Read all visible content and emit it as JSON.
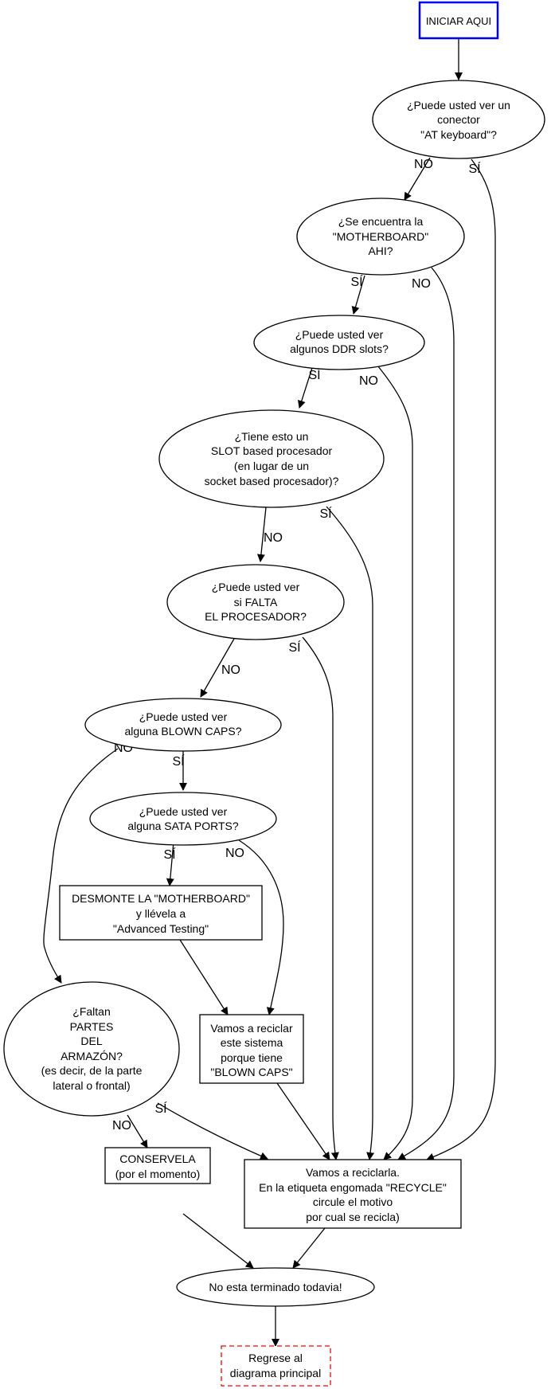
{
  "nodes": {
    "start": {
      "lines": [
        "INICIAR AQUI"
      ],
      "border": "#0000ff"
    },
    "q_at_keyboard": {
      "lines": [
        "¿Puede usted ver un",
        "conector",
        "\"AT keyboard\"?"
      ]
    },
    "q_motherboard": {
      "lines": [
        "¿Se encuentra la",
        "\"MOTHERBOARD\"",
        "AHI?"
      ]
    },
    "q_ddr": {
      "lines": [
        "¿Puede usted ver",
        "algunos DDR slots?"
      ]
    },
    "q_slot": {
      "lines": [
        "¿Tiene esto un",
        "SLOT based procesador",
        "(en lugar de un",
        "socket based procesador)?"
      ]
    },
    "q_processor": {
      "lines": [
        "¿Puede usted ver",
        "si FALTA",
        "EL PROCESADOR?"
      ]
    },
    "q_blown": {
      "lines": [
        "¿Puede usted ver",
        "alguna BLOWN CAPS?"
      ]
    },
    "q_sata": {
      "lines": [
        "¿Puede usted ver",
        "alguna SATA PORTS?"
      ]
    },
    "dismantle": {
      "lines": [
        "DESMONTE LA \"MOTHERBOARD\"",
        "y llévela a",
        "\"Advanced Testing\""
      ]
    },
    "q_frame": {
      "lines": [
        "¿Faltan",
        "PARTES",
        "DEL",
        "ARMAZÓN?",
        "(es decir, de la parte",
        "lateral o frontal)"
      ]
    },
    "recycle_caps": {
      "lines": [
        "Vamos a reciclar",
        "este sistema",
        "porque tiene",
        "\"BLOWN CAPS\""
      ]
    },
    "keep": {
      "lines": [
        "CONSERVELA",
        "(por el momento)"
      ]
    },
    "recycle": {
      "lines": [
        "Vamos a reciclarla.",
        "En la etiqueta engomada \"RECYCLE\"",
        "circule el motivo",
        "por cual se recicla)"
      ]
    },
    "not_done": {
      "lines": [
        "No esta terminado todavia!"
      ]
    },
    "return": {
      "lines": [
        "Regrese al",
        "diagrama principal"
      ],
      "border": "#ff0000"
    }
  },
  "edge_labels": {
    "at_no": "NO",
    "at_si": "SÍ",
    "mb_si": "SÍ",
    "mb_no": "NO",
    "ddr_si": "SÍ",
    "ddr_no": "NO",
    "slot_no": "NO",
    "slot_si": "SÍ",
    "proc_no": "NO",
    "proc_si": "SÍ",
    "blown_no": "NO",
    "blown_si": "SÍ",
    "sata_si": "SÍ",
    "sata_no": "NO",
    "frame_si": "SÍ",
    "frame_no": "NO"
  }
}
